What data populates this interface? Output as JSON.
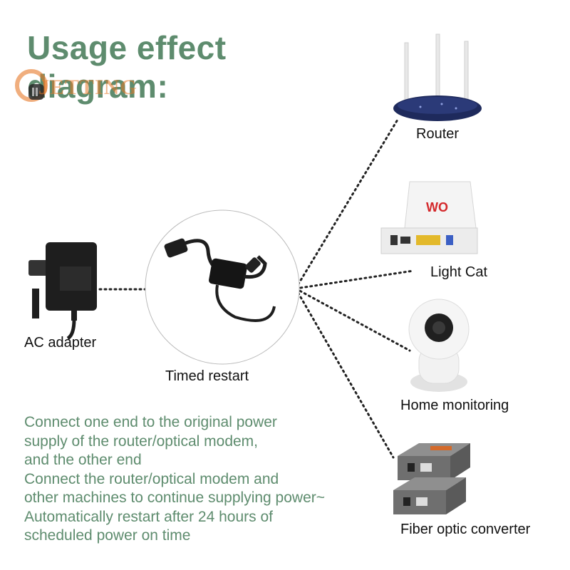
{
  "title": {
    "line1": "Usage effect",
    "line2": "diagram:"
  },
  "watermark": {
    "text": "JETTING"
  },
  "devices": {
    "ac_adapter": "AC adapter",
    "timed_restart": "Timed restart",
    "router": "Router",
    "light_cat": "Light Cat",
    "home_monitoring": "Home monitoring",
    "fiber_converter": "Fiber optic converter"
  },
  "description": [
    "Connect one end to the original power",
    "supply of the router/optical modem,",
    "and the other end",
    "Connect the router/optical modem and",
    "other machines to continue supplying power~",
    "Automatically restart after 24 hours of",
    "scheduled power on time"
  ],
  "colors": {
    "title_green": "#5e8c6e",
    "router_blue": "#1e2a5c",
    "dots": "#222222"
  }
}
